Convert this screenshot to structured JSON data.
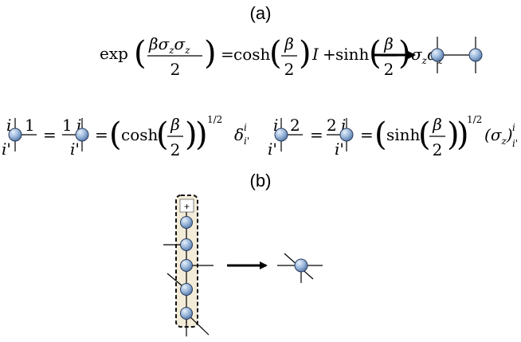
{
  "panel_labels": {
    "a": "(a)",
    "b": "(b)"
  },
  "equation_1": {
    "exp": "exp",
    "beta": "β",
    "sigma": "σ",
    "sub_z": "z",
    "two": "2",
    "eq": "=",
    "cosh": "cosh",
    "sinh": "sinh",
    "identity": "I",
    "plus": "+"
  },
  "equation_2": {
    "i": "i",
    "i_prime": "i'",
    "one": "1",
    "two": "2",
    "eq": "=",
    "cosh": "cosh",
    "sinh": "sinh",
    "beta": "β",
    "half_power": "1/2",
    "delta": "δ",
    "sigma": "σ",
    "sub_z": "z"
  },
  "plus_label": "+",
  "colors": {
    "node_fill": "#9db9dc",
    "node_stroke": "#2a3d5e",
    "line": "#000000",
    "box_fill": "#f3ecd9",
    "box_stroke": "#111111"
  }
}
